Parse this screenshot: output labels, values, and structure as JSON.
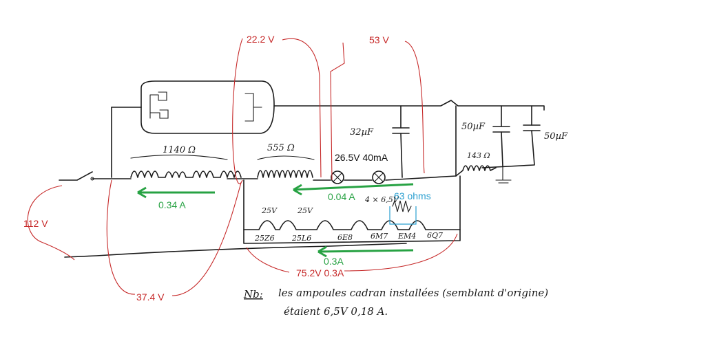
{
  "voltages": {
    "v_22_2": "22.2 V",
    "v_53": "53 V",
    "v_112": "112 V",
    "v_37_4": "37.4 V",
    "v_75_2": "75.2V 0.3A"
  },
  "currents": {
    "i_034": "0.34 A",
    "i_004": "0.04 A",
    "i_03": "0.3A"
  },
  "annotations": {
    "lamp_spec": "26.5V 40mA",
    "ohms": "63 ohms"
  },
  "handwritten": {
    "r1": "1140 Ω",
    "r2": "555 Ω",
    "r3": "143 Ω",
    "c1": "32µF",
    "c2": "50µF",
    "c3": "50µF",
    "heaters_sum": "4 × 6,5V",
    "tube_25z6": "25Z6",
    "tube_25l6": "25L6",
    "tube_6e8": "6E8",
    "tube_6m7": "6M7",
    "tube_em4": "EM4",
    "tube_6q7": "6Q7",
    "v25_a": "25V",
    "v25_b": "25V",
    "note_label": "Nb:",
    "note_line1": "les ampoules cadran installées (semblant d'origine)",
    "note_line2": "étaient 6,5V  0,18 A."
  },
  "colors": {
    "voltage": "#c62828",
    "current": "#27a243",
    "resistance": "#2a9fd0",
    "ink": "#1a1a1a"
  }
}
